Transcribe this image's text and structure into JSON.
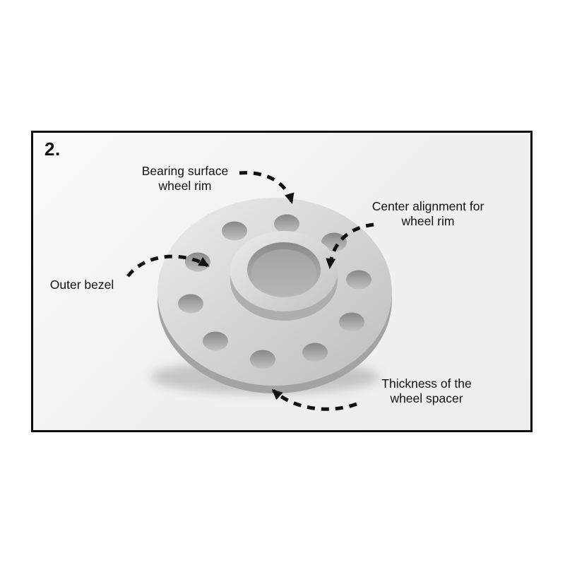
{
  "diagram": {
    "step_number": "2.",
    "labels": {
      "bearing_surface": "Bearing surface\nwheel rim",
      "center_alignment": "Center alignment for\nwheel rim",
      "outer_bezel": "Outer bezel",
      "thickness": "Thickness of the\nwheel spacer"
    },
    "colors": {
      "frame_border": "#0d0d0d",
      "arrow": "#111111",
      "spacer_light": "#e6e6e6",
      "spacer_mid": "#c4c4c4",
      "spacer_dark": "#9a9a9a",
      "hole": "#8f8f8f"
    }
  }
}
